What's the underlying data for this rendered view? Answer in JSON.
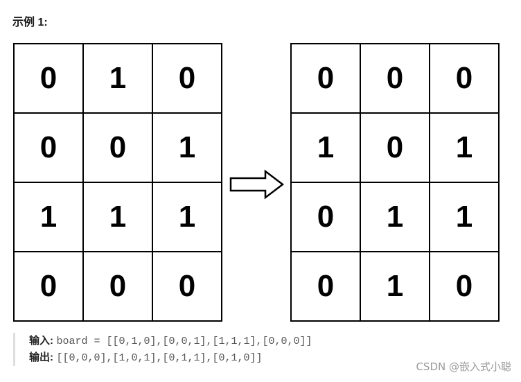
{
  "heading": "示例 1:",
  "board_before": [
    [
      "0",
      "1",
      "0"
    ],
    [
      "0",
      "0",
      "1"
    ],
    [
      "1",
      "1",
      "1"
    ],
    [
      "0",
      "0",
      "0"
    ]
  ],
  "board_after": [
    [
      "0",
      "0",
      "0"
    ],
    [
      "1",
      "0",
      "1"
    ],
    [
      "0",
      "1",
      "1"
    ],
    [
      "0",
      "1",
      "0"
    ]
  ],
  "example": {
    "input_label": "输入:",
    "input_value": "board = [[0,1,0],[0,0,1],[1,1,1],[0,0,0]]",
    "output_label": "输出:",
    "output_value": "[[0,0,0],[1,0,1],[0,1,1],[0,1,0]]"
  },
  "watermark": "CSDN @嵌入式小聪",
  "colors": {
    "grid_line": "#000000",
    "text": "#000000",
    "watermark": "#9a9a9a"
  },
  "icons": {
    "transition": "right-arrow-icon"
  }
}
